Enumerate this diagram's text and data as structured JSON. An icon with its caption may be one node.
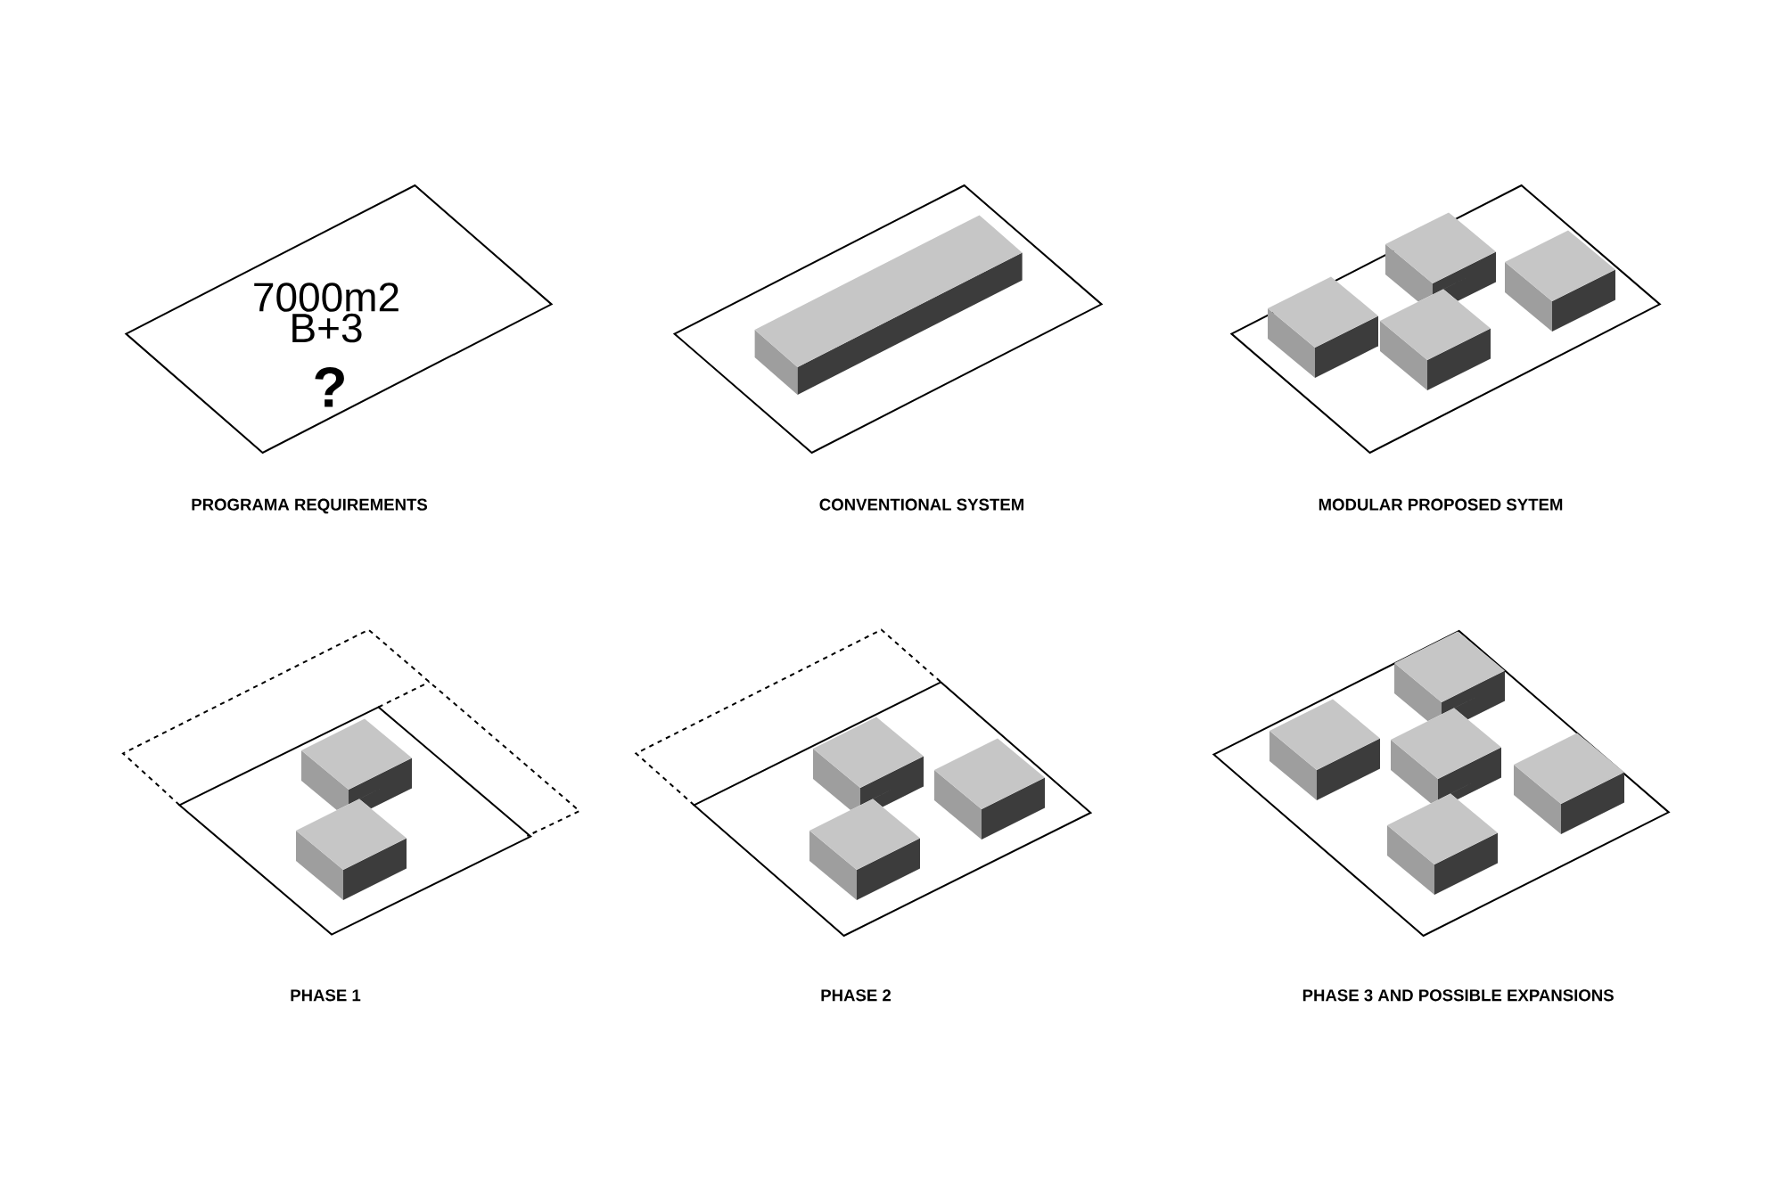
{
  "diagram": {
    "nodes": [
      {
        "text": [
          "7000m2 B+3",
          "?"
        ],
        "beside": [
          "PROGRAMA REQUIREMENTS"
        ]
      },
      {
        "text": [],
        "shape": "parallelogram",
        "beside": [
          "CONVENTIONAL SYSTEM"
        ]
      },
      {
        "text": [],
        "shape": "parallelogram",
        "beside": [
          "MODULAR PROPOSED SYTEM"
        ]
      },
      {
        "text": [],
        "shape": "parallelogram",
        "beside": [
          "PHASE 1"
        ]
      },
      {
        "text": [],
        "shape": "parallelogram",
        "beside": [
          "PHASE 2"
        ]
      },
      {
        "text": [],
        "shape": "parallelogram",
        "beside": [
          "PHASE 3 AND POSSIBLE EXPANSIONS"
        ]
      }
    ]
  }
}
